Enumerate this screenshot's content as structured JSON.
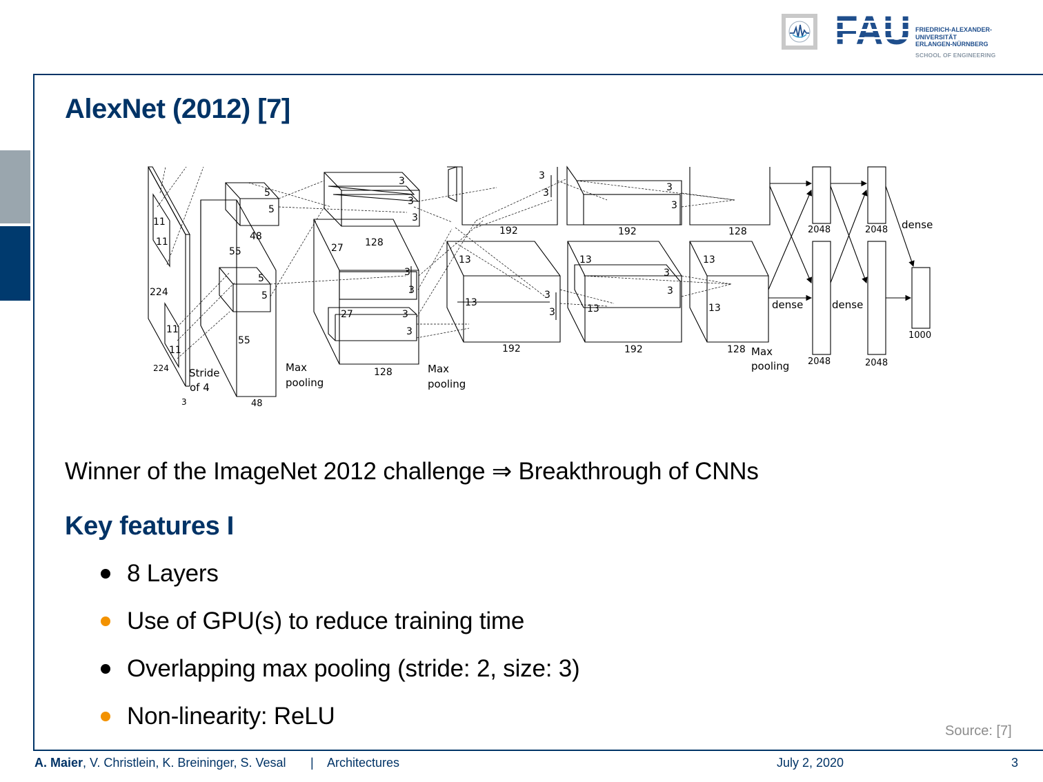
{
  "slide": {
    "title": "AlexNet (2012) [7]",
    "winner_line": "Winner of the ImageNet 2012 challenge ⇒ Breakthrough of CNNs",
    "subheading": "Key features I",
    "bullets": [
      {
        "text": "8 Layers",
        "color": "#000000"
      },
      {
        "text": "Use of GPU(s) to reduce training time",
        "color": "#f39200"
      },
      {
        "text": "Overlapping max pooling (stride: 2, size: 3)",
        "color": "#000000"
      },
      {
        "text": "Non-linearity: ReLU",
        "color": "#f39200"
      }
    ],
    "source": "Source: [7]"
  },
  "logo": {
    "wordmark": "FAU",
    "university_lines": [
      "FRIEDRICH-ALEXANDER-",
      "UNIVERSITÄT",
      "ERLANGEN-NÜRNBERG"
    ],
    "school": "SCHOOL OF ENGINEERING"
  },
  "diagram": {
    "labels": {
      "in_224a": "224",
      "in_224b": "224",
      "in_3": "3",
      "in_11a": "11",
      "in_11b": "11",
      "in_11c": "11",
      "in_11d": "11",
      "stride1": "Stride",
      "stride2": "of 4",
      "c1_55a": "55",
      "c1_55b": "55",
      "c1_48a": "48",
      "c1_48b": "48",
      "c1_5a": "5",
      "c1_5b": "5",
      "c1_5c": "5",
      "c1_5d": "5",
      "mp1a": "Max",
      "mp1b": "pooling",
      "c2_27a": "27",
      "c2_27b": "27",
      "c2_128a": "128",
      "c2_128b": "128",
      "c2_3a": "3",
      "c2_3b": "3",
      "c2_3c": "3",
      "c2_3d": "3",
      "c2_3e": "3",
      "c2_3f": "3",
      "c2_3g": "3",
      "mp2a": "Max",
      "mp2b": "pooling",
      "c3_13a": "13",
      "c3_13b": "13",
      "c3_192a": "192",
      "c3_192b": "192",
      "c3_3a": "3",
      "c3_3b": "3",
      "c3_3c": "3",
      "c3_3d": "3",
      "c4_13a": "13",
      "c4_13b": "13",
      "c4_192a": "192",
      "c4_192b": "192",
      "c4_3a": "3",
      "c4_3b": "3",
      "c4_3c": "3",
      "c4_3d": "3",
      "c5_13a": "13",
      "c5_13b": "13",
      "c5_128a": "128",
      "c5_128b": "128",
      "mp3a": "Max",
      "mp3b": "pooling",
      "d1": "dense",
      "d2": "dense",
      "d3": "dense",
      "f1_2048a": "2048",
      "f1_2048b": "2048",
      "f2_2048a": "2048",
      "f2_2048b": "2048",
      "out_1000": "1000"
    }
  },
  "footer": {
    "author_main": "A. Maier",
    "authors_rest": ", V. Christlein, K. Breininger, S. Vesal",
    "separator": "|",
    "topic": "Architectures",
    "date": "July 2, 2020",
    "page": "3"
  }
}
